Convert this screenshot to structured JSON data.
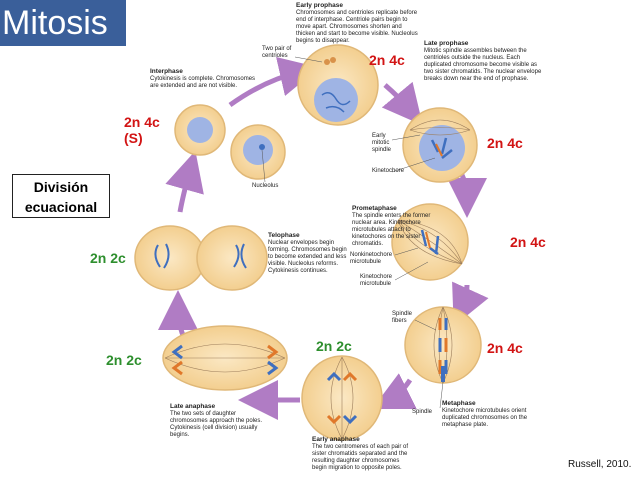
{
  "title": "Mitosis",
  "division_label": [
    "División",
    "ecuacional"
  ],
  "stage_labels": [
    {
      "id": "interphase",
      "text": "2n 4c",
      "sub": "(S)",
      "color": "#d21414"
    },
    {
      "id": "early-prophase",
      "text": "2n 4c",
      "color": "#d21414"
    },
    {
      "id": "late-prophase",
      "text": "2n 4c",
      "color": "#d21414"
    },
    {
      "id": "prometaphase",
      "text": "2n 4c",
      "color": "#d21414"
    },
    {
      "id": "metaphase",
      "text": "2n 4c",
      "color": "#d21414"
    },
    {
      "id": "early-anaphase",
      "text": "2n 2c",
      "color": "#2e8f2e"
    },
    {
      "id": "late-anaphase",
      "text": "2n 2c",
      "color": "#2e8f2e"
    },
    {
      "id": "telophase",
      "text": "2n 2c",
      "color": "#2e8f2e"
    }
  ],
  "notes": {
    "early_prophase": {
      "head": "Early prophase",
      "body": "Chromosomes and centrioles replicate before end of interphase. Centriole pairs begin to move apart. Chromosomes shorten and thicken and start to become visible. Nucleolus begins to disappear."
    },
    "late_prophase": {
      "head": "Late prophase",
      "body": "Mitotic spindle assembles between the centrioles outside the nucleus. Each duplicated chromosome become visible as two sister chromatids. The nuclear envelope breaks down near the end of prophase."
    },
    "interphase": {
      "head": "Interphase",
      "body": "Cytokinesis is complete. Chromosomes are extended and are not visible."
    },
    "prometaphase": {
      "head": "Prometaphase",
      "body": "The spindle enters the former nuclear area. Kinetochore microtubules attach to kinetochores on the sister chromatids."
    },
    "telophase": {
      "head": "Telophase",
      "body": "Nuclear envelopes begin forming. Chromosomes begin to become extended and less visible. Nucleolus reforms. Cytokinesis continues."
    },
    "metaphase": {
      "head": "Metaphase",
      "body": "Kinetochore microtubules orient duplicated chromosomes on the metaphase plate."
    },
    "late_anaphase": {
      "head": "Late anaphase",
      "body": "The two sets of daughter chromosomes approach the poles. Cytokinesis (cell division) usually begins."
    },
    "early_anaphase": {
      "head": "Early anaphase",
      "body": "The two centromeres of each pair of sister chromatids separated and the resulting daughter chromosomes begin migration to opposite poles."
    }
  },
  "part_labels": {
    "centrioles": "Two pair of centrioles",
    "spindle_early": "Early mitotic spindle",
    "kinetochore": "Kinetochore",
    "nucleolus": "Nucleolus",
    "nonkinetochore": "Nonkinetochore microtubule",
    "kinetochore_mt": "Kinetochore microtubule",
    "spindle_fibers": "Spindle fibers",
    "spindle": "Spindle"
  },
  "citation": "Russell, 2010.",
  "colors": {
    "title_bg": "#3a5f9a",
    "cell": "#f6d9a5",
    "cell_edge": "#e0b878",
    "nucleus": "#8ea4d8",
    "arrow": "#b07cc4",
    "chromo_blue": "#3f6fbf",
    "chromo_orange": "#e0782a"
  }
}
